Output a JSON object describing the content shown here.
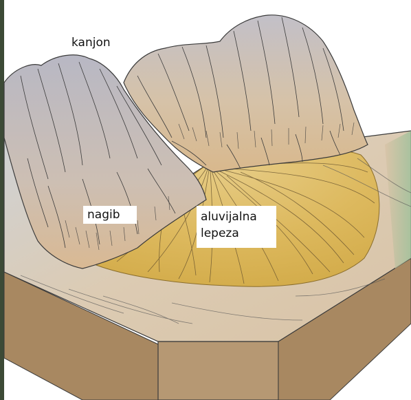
{
  "labels": {
    "canyon": "kanjon",
    "slope": "nagib",
    "fan_line1": "aluvijalna",
    "fan_line2": "lepeza"
  },
  "colors": {
    "mountain_gray": "#bdbdc6",
    "mountain_tan": "#d8bd9c",
    "fan_yellow": "#dcb95a",
    "plain": "#dccbb3",
    "block_side": "#a88861",
    "block_front": "#b69873",
    "line": "#3a3a3a"
  }
}
